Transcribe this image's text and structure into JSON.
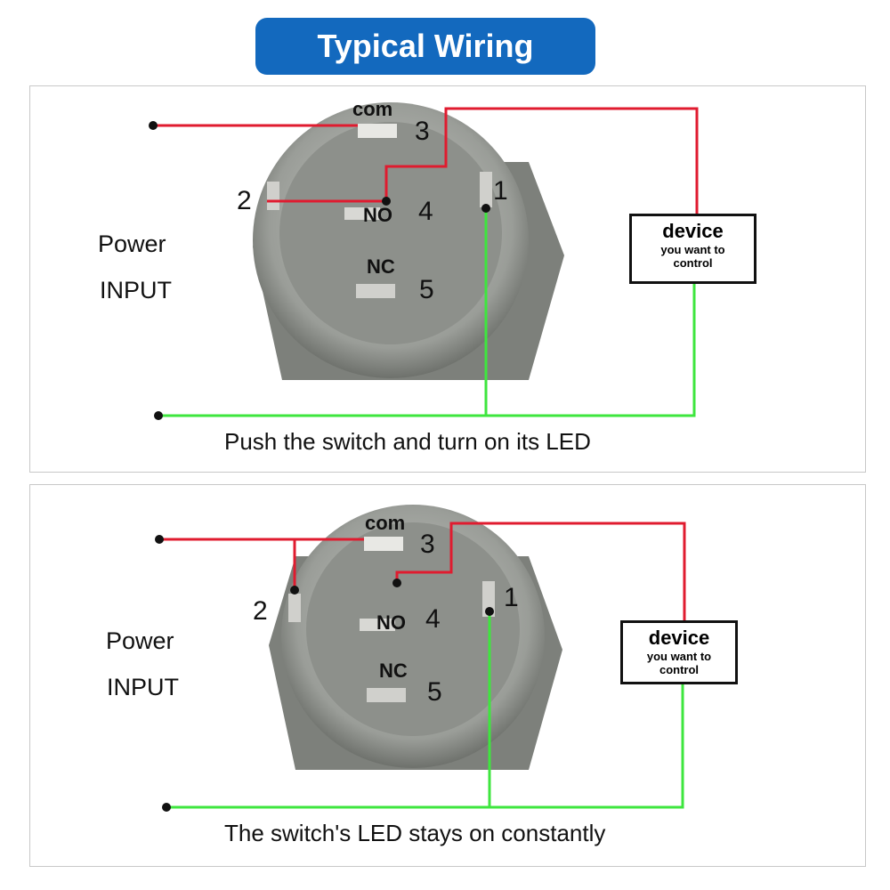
{
  "title": "Typical Wiring",
  "panels": [
    {
      "power_line1": "Power",
      "power_line2": "INPUT",
      "com": "com",
      "no": "NO",
      "nc": "NC",
      "pin1": "1",
      "pin2": "2",
      "pin3": "3",
      "pin4": "4",
      "pin5": "5",
      "device_title": "device",
      "device_line1": "you want to",
      "device_line2": "control",
      "caption": "Push the switch and turn on its LED"
    },
    {
      "power_line1": "Power",
      "power_line2": "INPUT",
      "com": "com",
      "no": "NO",
      "nc": "NC",
      "pin1": "1",
      "pin2": "2",
      "pin3": "3",
      "pin4": "4",
      "pin5": "5",
      "device_title": "device",
      "device_line1": "you want to",
      "device_line2": "control",
      "caption": "The switch's LED stays on constantly"
    }
  ],
  "colors": {
    "title_bg": "#1369be",
    "positive_wire": "#e01b2f",
    "negative_wire": "#3ee63e",
    "switch_metal": "#a9aba6",
    "switch_face": "#8c8f8a"
  }
}
